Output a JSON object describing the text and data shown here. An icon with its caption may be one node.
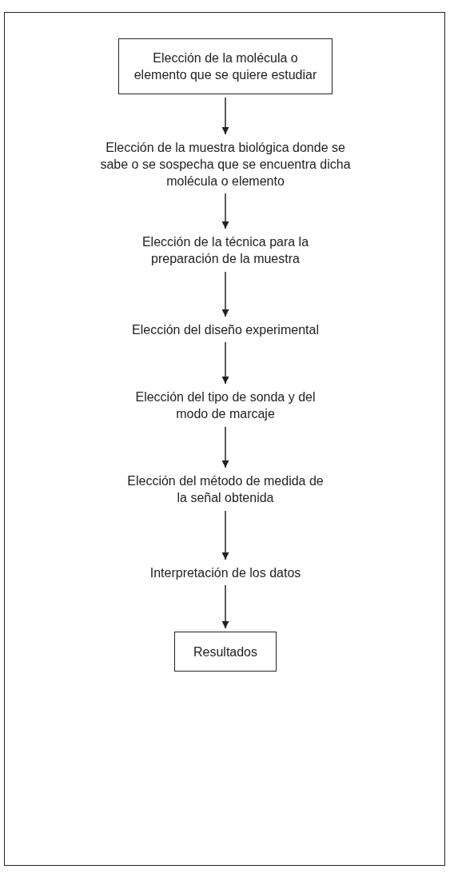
{
  "diagram": {
    "nodes": [
      {
        "text": [
          "Elección de la molécula o elemento que se quiere estudiar"
        ]
      },
      {
        "text": [
          "Elección de la muestra biológica donde se sabe o se sospecha que se encuentra dicha molécula o elemento"
        ]
      },
      {
        "text": [
          "Elección de la técnica para la preparación de la muestra"
        ]
      },
      {
        "text": [
          "Elección del diseño experimental"
        ]
      },
      {
        "text": [
          "Elección del tipo de sonda y del modo de marcaje"
        ]
      },
      {
        "text": [
          "Elección del método de medida de la señal obtenida"
        ]
      },
      {
        "text": [
          "Interpretación de los datos"
        ]
      },
      {
        "text": [
          "Resultados"
        ]
      }
    ],
    "edges": [
      {
        "from": 0,
        "to": 1,
        "arrow": "to"
      },
      {
        "from": 1,
        "to": 2,
        "arrow": "to"
      },
      {
        "from": 2,
        "to": 3,
        "arrow": "to"
      },
      {
        "from": 3,
        "to": 4,
        "arrow": "to"
      },
      {
        "from": 4,
        "to": 5,
        "arrow": "to"
      },
      {
        "from": 5,
        "to": 6,
        "arrow": "to"
      },
      {
        "from": 6,
        "to": 7,
        "arrow": "to"
      }
    ]
  }
}
